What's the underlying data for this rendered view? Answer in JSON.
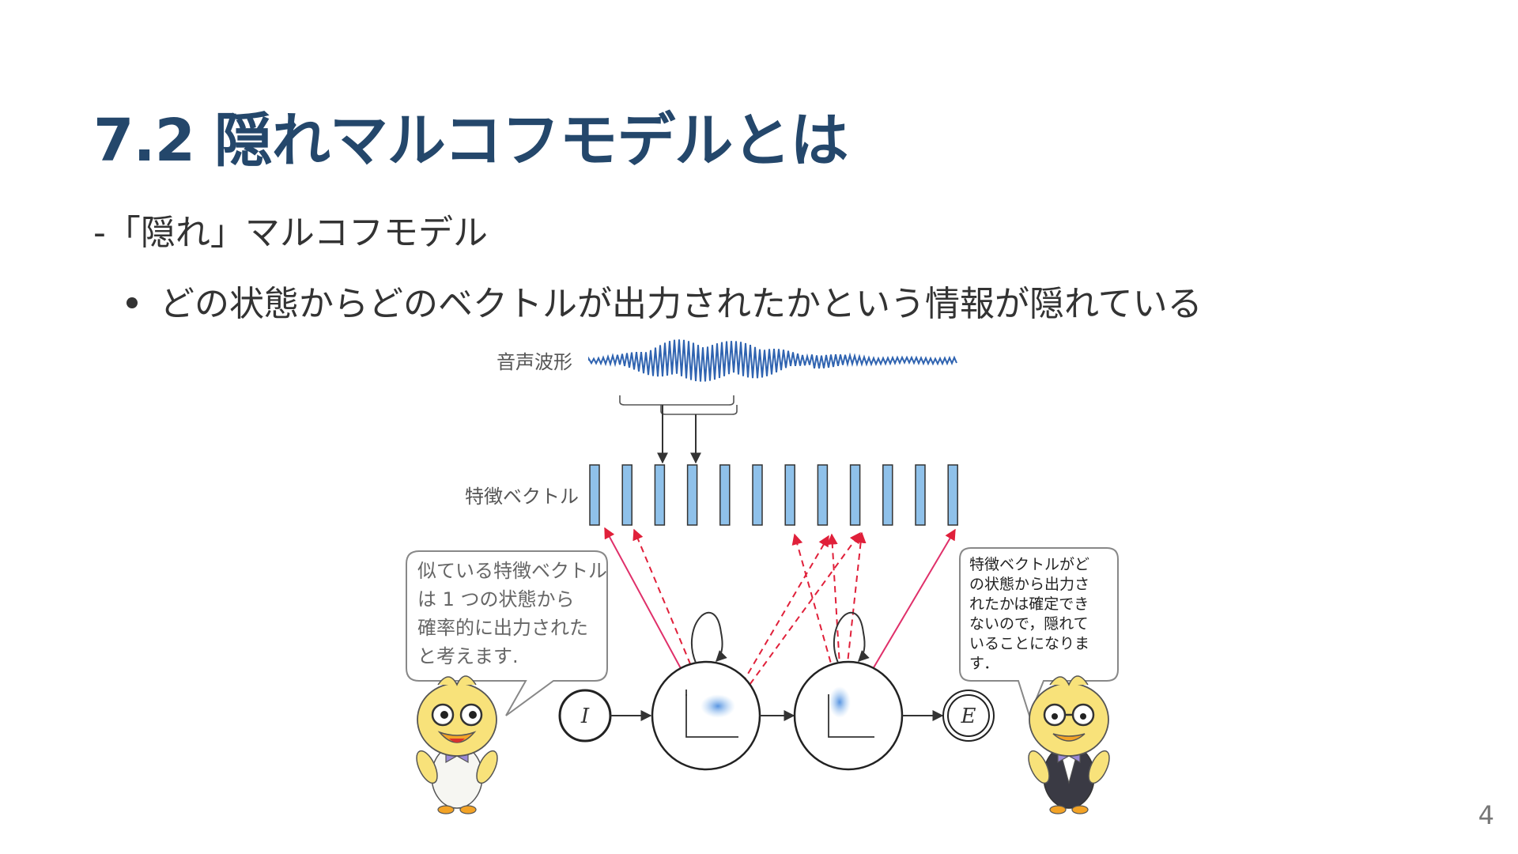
{
  "slide": {
    "title": "7.2 隠れマルコフモデルとは",
    "dash_item": "-「隠れ」マルコフモデル",
    "bullet_item": "どの状態からどのベクトルが出力されたかという情報が隠れている",
    "page_number": "4"
  },
  "figure": {
    "waveform_label": "音声波形",
    "feature_label": "特徴ベクトル",
    "feature_vector_count": 12,
    "initial_state": "I",
    "end_state": "E",
    "left_bubble": [
      "似ている特徴ベクトル",
      "は 1 つの状態から",
      "確率的に出力された",
      "と考えます."
    ],
    "right_bubble": [
      "特徴ベクトルがど",
      "の状態から出力さ",
      "れたかは確定でき",
      "ないので，隠れて",
      "いることになりま",
      "す．"
    ],
    "colors": {
      "title": "#24476b",
      "waveform": "#2f63b0",
      "feature_fill": "#8fc1ea",
      "arrow_solid": "#e0306a",
      "arrow_dashed": "#e0203a"
    }
  }
}
